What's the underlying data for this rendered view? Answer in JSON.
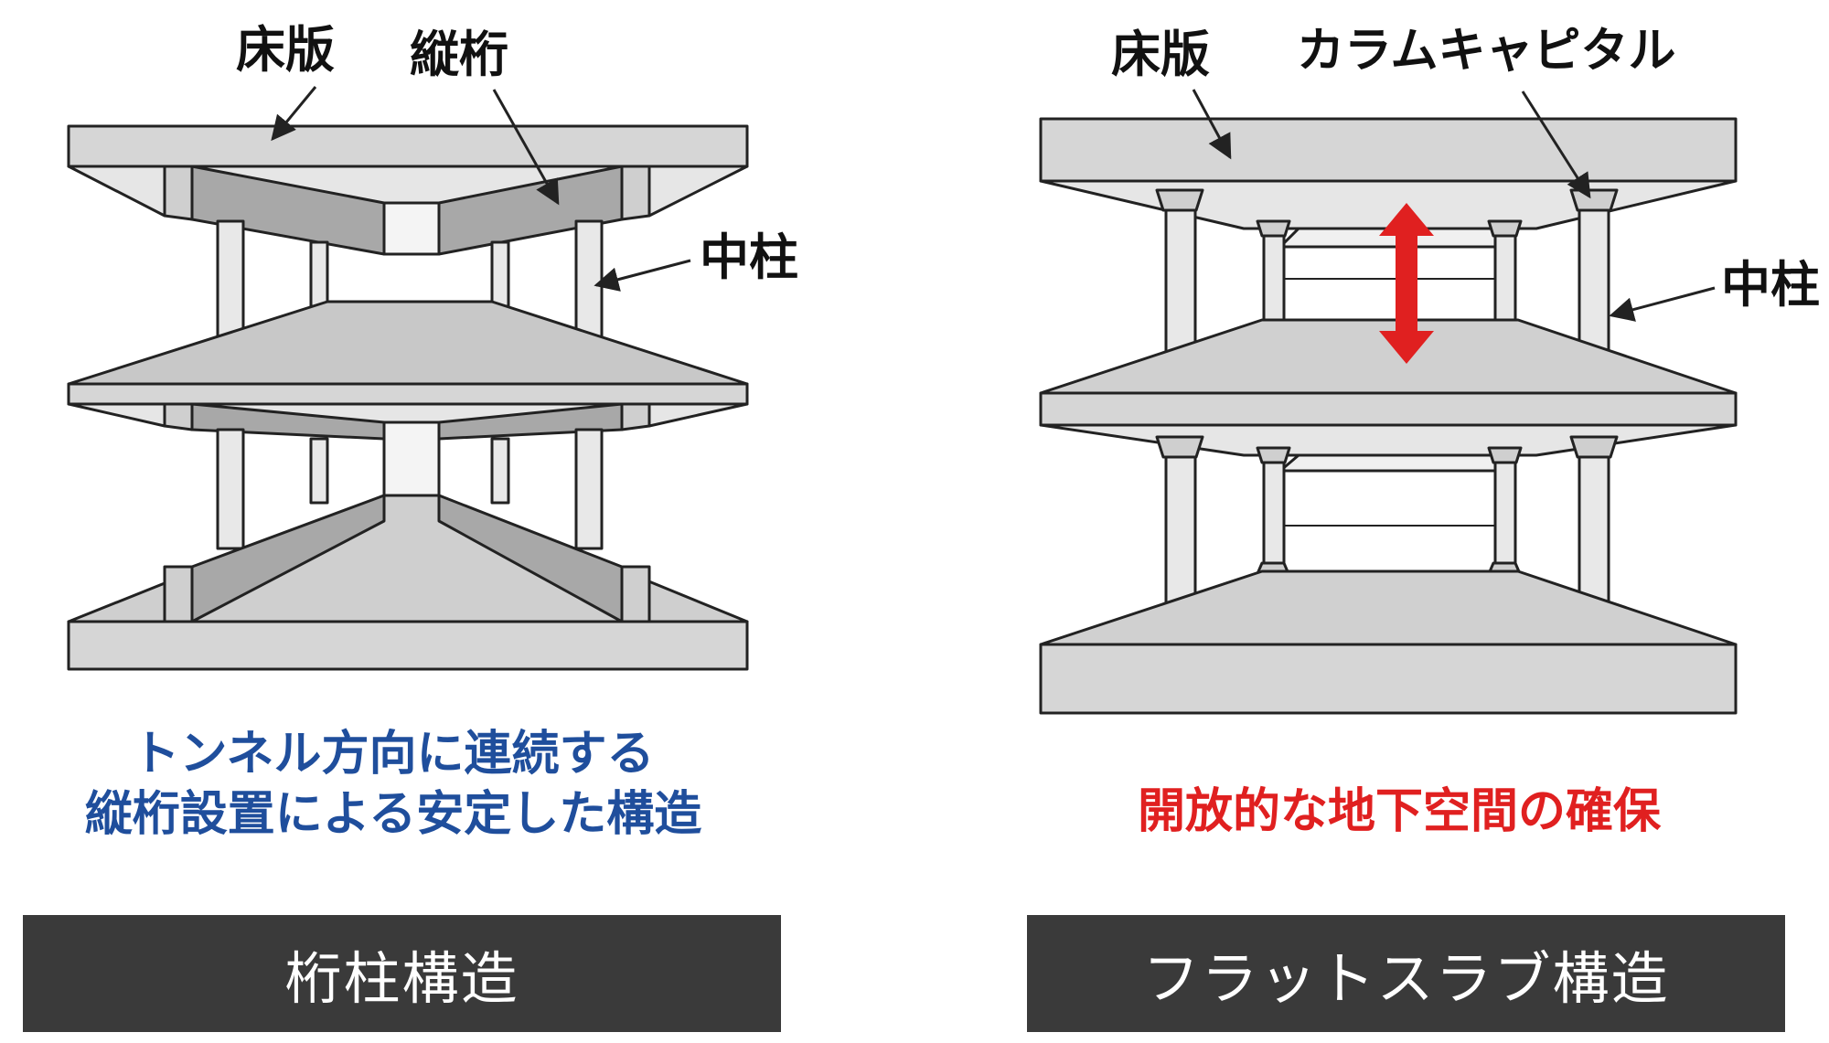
{
  "left_panel": {
    "label_slab": "床版",
    "label_girder": "縦桁",
    "label_column": "中柱",
    "description_line1": "トンネル方向に連続する",
    "description_line2": "縦桁設置による安定した構造",
    "caption": "桁柱構造"
  },
  "right_panel": {
    "label_slab": "床版",
    "label_capital": "カラムキャピタル",
    "label_column": "中柱",
    "description": "開放的な地下空間の確保",
    "caption": "フラットスラブ構造"
  },
  "colors": {
    "slab_fill": "#dcdcdc",
    "girder_fill": "#a8a8a8",
    "outline": "#222222",
    "left_text": "#1f4e9c",
    "right_text": "#e02020",
    "caption_bar": "#3a3a3a",
    "arrow": "#e02020"
  }
}
